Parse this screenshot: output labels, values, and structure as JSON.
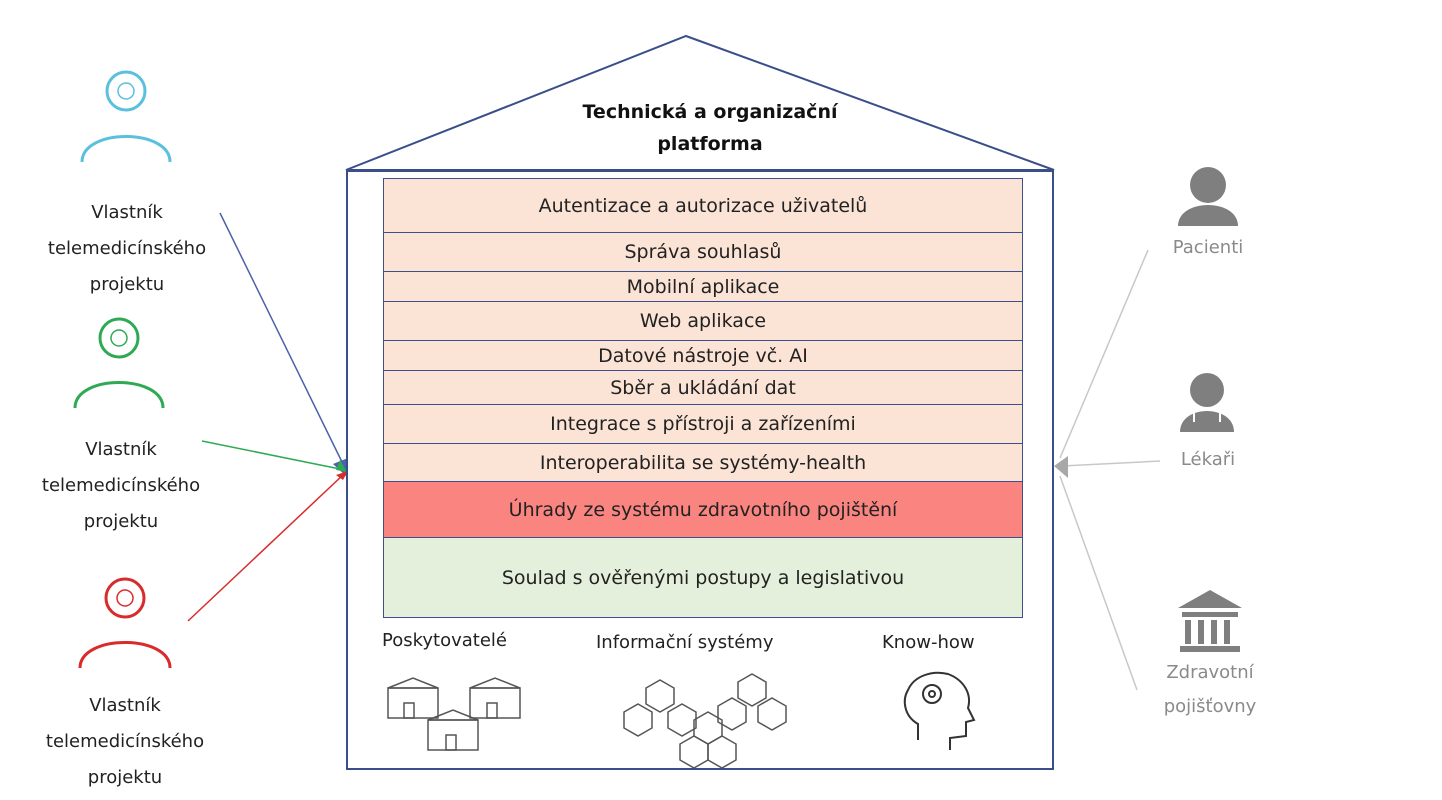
{
  "roof": {
    "title_line1": "Technická a organizační",
    "title_line2": "platforma"
  },
  "layers": [
    "Autentizace a autorizace uživatelů",
    "Správa souhlasů",
    "Mobilní aplikace",
    "Web aplikace",
    "Datové nástroje vč. AI",
    "Sběr a ukládání dat",
    "Integrace s přístroji a zařízeními",
    "Interoperabilita se systémy-health",
    "Úhrady ze systému zdravotního pojištění",
    "Soulad s ověřenými postupy a legislativou"
  ],
  "owners": [
    {
      "line1": "Vlastník",
      "line2": "telemedicínského",
      "line3": "projektu",
      "color": "#5bc0de",
      "icon": "person-outline-icon"
    },
    {
      "line1": "Vlastník",
      "line2": "telemedicínského",
      "line3": "projektu",
      "color": "#2eaa55",
      "icon": "person-outline-icon"
    },
    {
      "line1": "Vlastník",
      "line2": "telemedicínského",
      "line3": "projektu",
      "color": "#d92b2b",
      "icon": "person-outline-icon"
    }
  ],
  "stakeholders": {
    "patients": {
      "label": "Pacienti",
      "icon": "person-icon"
    },
    "doctors": {
      "label": "Lékaři",
      "icon": "doctor-icon"
    },
    "insurers": {
      "line1": "Zdravotní",
      "line2": "pojišťovny",
      "icon": "bank-icon"
    }
  },
  "foundation": {
    "providers": {
      "label": "Poskytovatelé",
      "icon": "hospital-buildings-icon"
    },
    "systems": {
      "label": "Informační systémy",
      "icon": "cubes-network-icon"
    },
    "knowhow": {
      "label": "Know-how",
      "icon": "head-gear-icon"
    }
  },
  "colors": {
    "layer_fill": "#fbe3d6",
    "layer_highlight": "#fa8580",
    "layer_base": "#e5f0dc",
    "outline": "#3b4f8c",
    "stakeholder_gray": "#7f7f7f"
  }
}
